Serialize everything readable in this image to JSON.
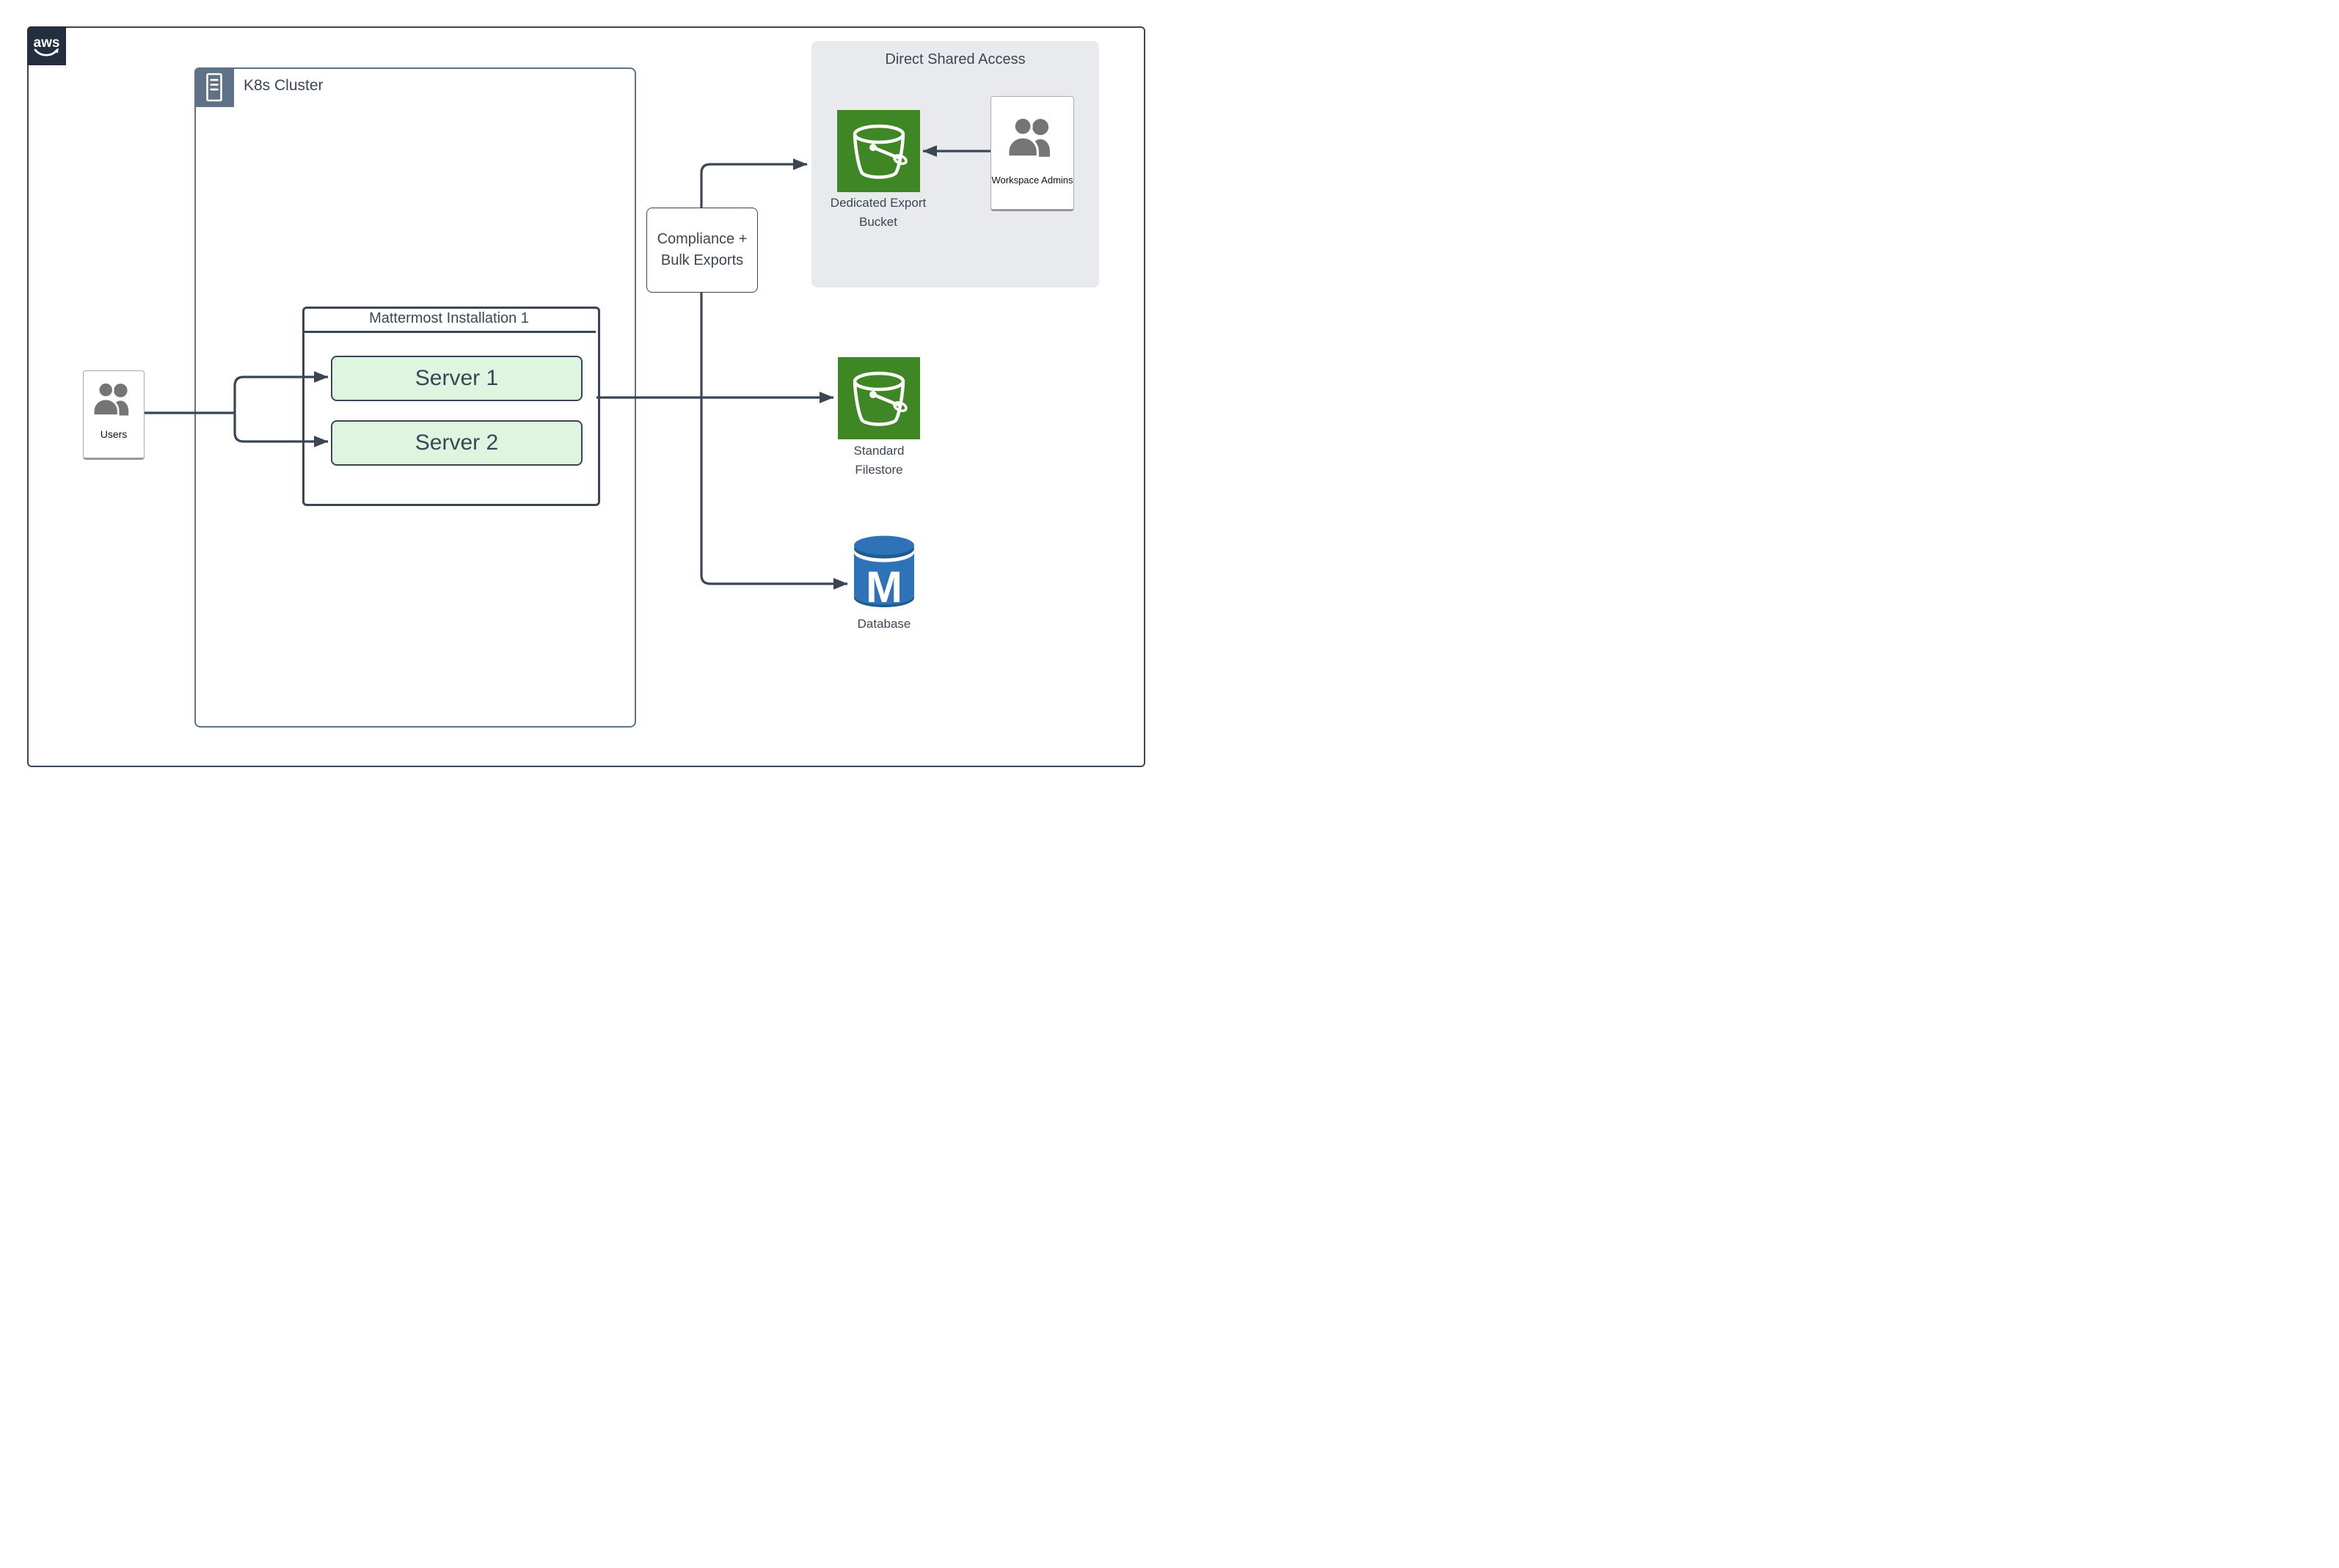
{
  "aws": {
    "logo_text": "aws"
  },
  "k8s": {
    "label": "K8s Cluster"
  },
  "users": {
    "label": "Users"
  },
  "mattermost": {
    "title": "Mattermost Installation 1",
    "servers": [
      {
        "label": "Server 1"
      },
      {
        "label": "Server 2"
      }
    ]
  },
  "compliance": {
    "line1": "Compliance +",
    "line2": "Bulk Exports"
  },
  "shared_access": {
    "title": "Direct Shared Access",
    "bucket": {
      "line1": "Dedicated Export",
      "line2": "Bucket"
    },
    "admins": {
      "label": "Workspace Admins"
    }
  },
  "filestore": {
    "line1": "Standard",
    "line2": "Filestore"
  },
  "database": {
    "label": "Database",
    "monogram": "M"
  },
  "colors": {
    "line_dark": "#3a4653",
    "aws_navy": "#232f3e",
    "k8s_slate": "#5e7187",
    "server_fill": "#def5df",
    "panel_gray": "#e9eaed",
    "bucket_green": "#3f8624",
    "db_blue": "#2e73b8",
    "db_dark": "#1f5b8d",
    "people_gray": "#757575"
  }
}
